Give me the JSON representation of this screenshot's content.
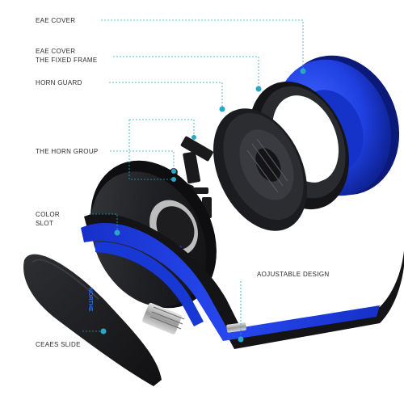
{
  "labels": {
    "eae_cover": "EAE COVER",
    "eae_cover_fixed_frame": [
      "EAE COVER",
      "THE FIXED FRAME"
    ],
    "horn_guard": "HORN GUARD",
    "horn_group": "THE HORN GROUP",
    "color_slot": [
      "COLOR",
      "SLOT"
    ],
    "adjustable_design": "AOJUSTABLE DESIGN",
    "ceaes_slide": "CEAES SLIDE"
  },
  "brand_mark": "NORTHE",
  "colors": {
    "accent_blue": "#1f3fe0",
    "dark_plastic": "#1d1d1f",
    "leader_line": "#2aa7c4",
    "label_text": "#2b2b2b"
  },
  "icons": [
    "callout-dot-icon"
  ]
}
